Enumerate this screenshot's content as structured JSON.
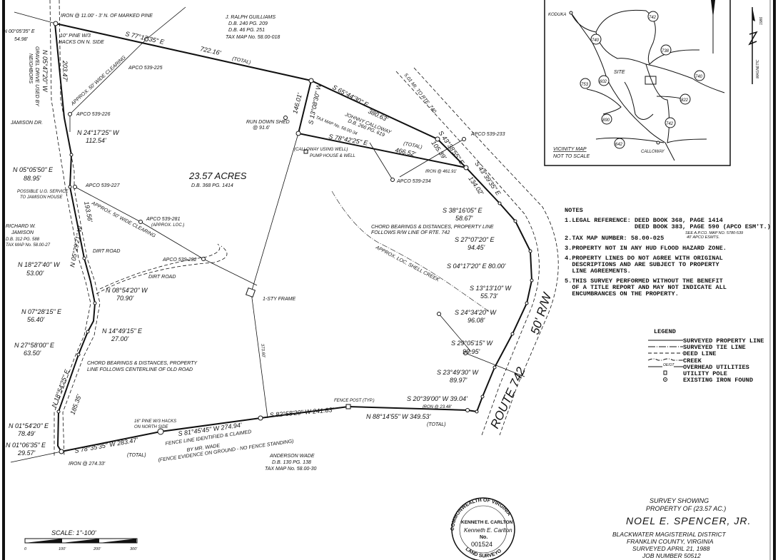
{
  "plat": {
    "top": {
      "iron_note": "IRON @ 11.00' - 3' N. OF MARKED PINE",
      "pine_note_1": "10\" PINE W/3",
      "pine_note_2": "HACKS ON N. SIDE",
      "nw_bearing": "N 00°05'35\" E",
      "nw_distance": "54.98'",
      "north_bearing": "S 77°17'35\" E",
      "north_distance": "722.16'",
      "north_total": "(TOTAL)",
      "adjoiner_north": [
        "J. RALPH GUILLIAMS",
        "D.B. 240     PG. 209",
        "D.B. 46       PG. 251",
        "TAX MAP No. 58.00-018"
      ]
    },
    "west": {
      "w1_bearing": "N 05°47'20\" W",
      "w1_distance": "203.47'",
      "gravel_1": "GRAVEL DRIVE USED BY",
      "gravel_2": "NEIGHBORS",
      "apco_225": "APCO 539-225",
      "clearing_1": "APPROX. 50' WIDE CLEARING",
      "apco_226": "APCO 539-226",
      "jamison_dr": "JAMISON DR.",
      "w2_bearing": "N 24°17'25\" W",
      "w2_distance": "112.54'",
      "w3_bearing": "N 05°05'50\" E",
      "w3_distance": "88.95'",
      "apco_227": "APCO 539-227",
      "service_1": "POSSIBLE U.G. SERVICE",
      "service_2": "TO JAMISON HOUSE",
      "adjoiner_west": [
        "RICHARD W.",
        "JAMISON",
        "D.B. 312  PG. 588",
        "TAX MAP No. 58.00-27"
      ],
      "w4_bearing": "N 05°29'21\" W",
      "w4_distance": "193.56'",
      "clearing_2": "APPROX. 50' WIDE CLEARING",
      "apco_281_1": "APCO 539-281",
      "apco_281_2": "(APPROX. LOC.)",
      "dirt_road_1": "DIRT ROAD",
      "apco_282": "APCO 539-282",
      "dirt_road_2": "DIRT ROAD",
      "w5_bearing": "N 18°27'40\" W",
      "w5_distance": "53.00'",
      "w6_bearing": "N 08°54'20\" W",
      "w6_distance": "70.90'",
      "w7_bearing": "N 07°28'15\" E",
      "w7_distance": "56.40'",
      "w8_bearing": "N 14°49'15\" E",
      "w8_distance": "27.00'",
      "w9_bearing": "N 27°58'00\" E",
      "w9_distance": "63.50'",
      "chord_1": "CHORD BEARINGS & DISTANCES, PROPERTY",
      "chord_2": "LINE FOLLOWS CENTERLINE OF OLD ROAD",
      "w10_bearing": "N 18°54'25\" E",
      "w10_distance": "185.35'",
      "w11_bearing": "N 01°54'20\" E",
      "w11_distance": "78.49'",
      "w12_bearing": "N 01°06'35\" E",
      "w12_distance": "29.57'"
    },
    "south": {
      "s1": "S 78°35'35\" W  283.47'",
      "s1_total": "(TOTAL)",
      "iron": "IRON @ 274.33'",
      "pine_1": "16\" PINE W/3 HACKS",
      "pine_2": "ON NORTH SIDE",
      "s2": "S 81°45'45\" W  274.94'",
      "fence_1": "FENCE LINE IDENTIFIED & CLAIMED",
      "fence_2": "BY MR. WADE",
      "fence_3": "(FENCE EVIDENCE ON GROUND - NO FENCE STANDING)",
      "s3": "S 82°58'20\" W  241.83'",
      "fence_post": "FENCE POST (TYP.)",
      "s4": "N 88°14'55\" W   349.53'",
      "s4_total": "(TOTAL)",
      "adjoiner_south": [
        "ANDERSON WADE",
        "D.B. 130     PG. 138",
        "TAX MAP No. 58.00-30"
      ]
    },
    "interior": {
      "acres": "23.57 ACRES",
      "deed": "D.B. 368    PG. 1414",
      "shed_1": "RUN DOWN SHED",
      "shed_2": "@ 91.6'",
      "tie_distance": "146.01'",
      "tie_bearing": "S 13°08'30\" W",
      "n2_bearing": "S 65°44'30\" E",
      "n2_distance": "380.63'",
      "adjoiner_ne": [
        "JOHNNY    CALLOWAY",
        "D.B. 266        PG. 619",
        "TAX MAP No. 58.00-34"
      ],
      "n3_bearing": "S 78°42'25\" E",
      "n3_total": "(TOTAL)",
      "n3_distance": "466.52'",
      "well_1": "(CALLOWAY USING WELL)",
      "well_2": "PUMP HOUSE & WELL",
      "apco_234": "APCO 539-234",
      "apco_233": "APCO 539-233",
      "iron_461": "IRON @ 461.91'",
      "to_rte": "5.01 MI. TO RTE. 740",
      "e1": "S 43°38'55\" E",
      "e1_distance": "105.39'",
      "e2": "S 43°39'35\" E",
      "e2_distance": "134.02'",
      "frame": "1-STY FRAME",
      "creek": "APPROX. LOC. SHELL CREEK",
      "tie_lower": "373.60'"
    },
    "east": {
      "e3_bearing": "S 38°16'05\" E",
      "e3_distance": "58.67'",
      "chord_1": "CHORD BEARINGS & DISTANCES, PROPERTY LINE",
      "chord_2": "FOLLOWS R/W LINE OF RTE. 742",
      "e4_bearing": "S 27°07'20\" E",
      "e4_distance": "94.45'",
      "e5": "S 04°17'20\" E  80.00'",
      "e6_bearing": "S 13°13'10\" W",
      "e6_distance": "55.73'",
      "e7_bearing": "S 24°34'20\" W",
      "e7_distance": "96.08'",
      "e8_bearing": "S 29°05'15\" W",
      "e8_distance": "99.95'",
      "e9_bearing": "S 23°49'30\" W",
      "e9_distance": "89.97'",
      "e10": "S 20°39'00\" W  39.04'",
      "iron": "IRON @ 23.48'",
      "route": "ROUTE  742",
      "row": "50' R/W"
    }
  },
  "vicinity_map": {
    "places": [
      "KODUKA",
      "SITE",
      "CALLOWAY"
    ],
    "routes": [
      "742",
      "740",
      "738",
      "740",
      "753",
      "602",
      "822",
      "890",
      "742",
      "642"
    ],
    "title": "VICINITY MAP",
    "subtitle": "NOT TO SCALE"
  },
  "north_arrow": {
    "magnetic": "MAGNETIC",
    "year": "1986"
  },
  "notes": {
    "heading": "NOTES",
    "items": [
      "1.LEGAL REFERENCE: DEED BOOK 368, PAGE 1414",
      "                   DEED BOOK 383, PAGE 590 (APCO ESM'T.)",
      "2.TAX MAP NUMBER: 58.00-025",
      "3.PROPERTY NOT IN ANY HUD FLOOD HAZARD ZONE.",
      "4.PROPERTY LINES DO NOT AGREE WITH ORIGINAL",
      "  DESCRIPTIONS AND ARE SUBJECT TO PROPERTY",
      "  LINE AGREEMENTS.",
      "5.THIS SURVEY PERFORMED WITHOUT THE BENEFIT",
      "  OF A TITLE REPORT AND MAY NOT INDICATE ALL",
      "  ENCUMBRANCES ON THE PROPERTY."
    ],
    "apco_note_1": "SEE A.P.CO. MAP NO. 5780-539",
    "apco_note_2": "40' APCO ESMTS."
  },
  "legend": {
    "heading": "LEGEND",
    "items": [
      "SURVEYED PROPERTY LINE",
      "SURVEYED TIE LINE",
      "DEED LINE",
      "CREEK",
      "OVERHEAD UTILITIES",
      "UTILITY POLE",
      "EXISTING IRON FOUND"
    ],
    "utility_mark": "OE/OT"
  },
  "scale": {
    "label": "SCALE: 1\"-100'",
    "ticks": [
      "0",
      "100'",
      "200'",
      "300'"
    ]
  },
  "seal": {
    "top": "COMMONWEALTH OF VIRGINIA",
    "name": "KENNETH E. CARLTON",
    "signature": "Kenneth E. Carlton",
    "no_label": "No.",
    "number": "001524",
    "bottom": "LAND SURVEYOR"
  },
  "title_block": {
    "line1": "SURVEY SHOWING",
    "line2": "PROPERTY OF (23.57 AC.)",
    "owner": "NOEL E. SPENCER, JR.",
    "district": "BLACKWATER MAGISTERIAL DISTRICT",
    "county": "FRANKLIN COUNTY, VIRGINIA",
    "date": "SURVEYED APRIL 21, 1988",
    "job": "JOB NUMBER 50512"
  }
}
